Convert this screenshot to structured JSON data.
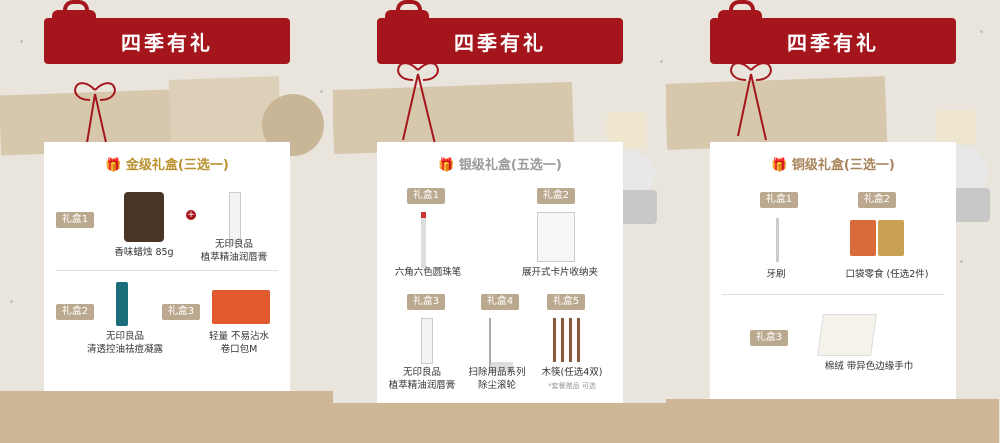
{
  "panels": [
    {
      "banner": "四季有礼",
      "box_title": "金级礼盒(三选一)",
      "tags": [
        "礼盒1",
        "礼盒2",
        "礼盒3"
      ],
      "items": [
        "香味蜡烛 85g",
        "无印良品\n植萃精油润唇膏",
        "无印良品\n清透控油祛痘凝露",
        "轻量 不易沾水\n卷口包M"
      ]
    },
    {
      "banner": "四季有礼",
      "box_title": "银级礼盒(五选一)",
      "tags": [
        "礼盒1",
        "礼盒2",
        "礼盒3",
        "礼盒4",
        "礼盒5"
      ],
      "items": [
        "六角六色圆珠笔",
        "展开式卡片收纳夹",
        "无印良品\n植萃精油润唇膏",
        "扫除用品系列\n除尘滚轮",
        "木筷(任选4双)"
      ],
      "note": "*套餐赠品 可选"
    },
    {
      "banner": "四季有礼",
      "box_title": "铜级礼盒(三选一)",
      "tags": [
        "礼盒1",
        "礼盒2",
        "礼盒3"
      ],
      "items": [
        "牙刷",
        "口袋零食 (任选2件)",
        "棉绒 带异色边缘手巾"
      ]
    }
  ],
  "colors": {
    "banner_red": "#a5161c",
    "gold": "#b9912f",
    "silver": "#9a9a9a",
    "bronze": "#a8845a",
    "tag": "#bba98f"
  }
}
